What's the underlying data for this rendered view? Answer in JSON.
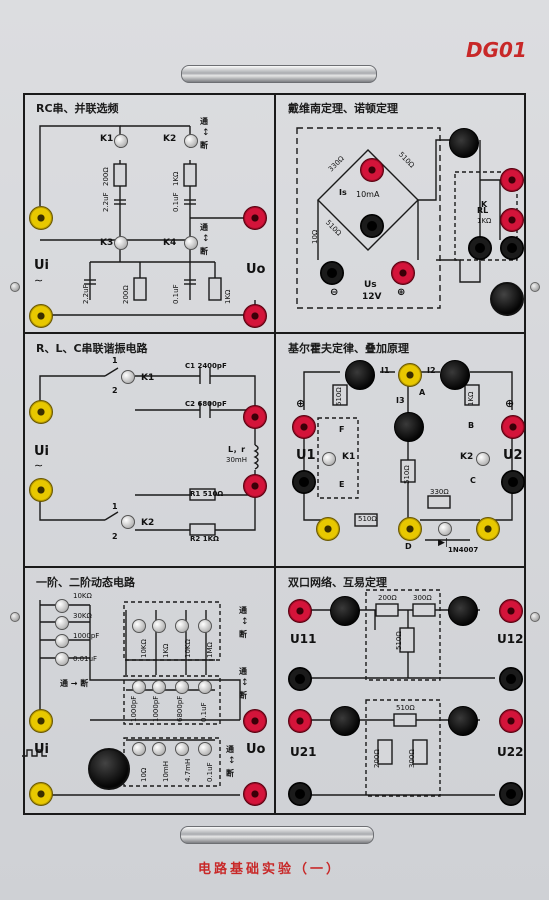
{
  "model": "DG01",
  "footer": "电路基础实验（一）",
  "sections": {
    "rc": {
      "title": "RC串、并联选频",
      "switches": [
        "K1",
        "K2",
        "K3",
        "K4"
      ],
      "components": [
        "200Ω",
        "2.2uF",
        "1KΩ",
        "0.1uF",
        "2.2uF",
        "200Ω",
        "0.1uF",
        "1KΩ"
      ],
      "arrow_labels": [
        "通",
        "断",
        "通",
        "断"
      ],
      "input": "Ui",
      "output": "Uo"
    },
    "thevenin": {
      "title": "戴维南定理、诺顿定理",
      "resistors": [
        "330Ω",
        "510Ω",
        "10Ω",
        "510Ω"
      ],
      "is_label": "Is",
      "current": "10mA",
      "source_label": "Us",
      "voltage": "12V",
      "switch": "K",
      "load": "RL",
      "load_value": "1KΩ",
      "minus": "⊖",
      "plus": "⊕"
    },
    "rlc": {
      "title": "R、L、C串联谐振电路",
      "switches": [
        "K1",
        "K2"
      ],
      "positions": [
        "1",
        "2",
        "1",
        "2"
      ],
      "c1": "C1 2400pF",
      "c2": "C2 6800pF",
      "l": "L，r",
      "l_value": "30mH",
      "r1": "R1 510Ω",
      "r2": "R2 1KΩ",
      "input": "Ui"
    },
    "kirchhoff": {
      "title": "基尔霍夫定律、叠加原理",
      "currents": [
        "I1",
        "I2",
        "I3"
      ],
      "nodes": [
        "A",
        "B",
        "C",
        "D",
        "E",
        "F"
      ],
      "resistors": [
        "510Ω",
        "1KΩ",
        "510Ω",
        "510Ω",
        "330Ω"
      ],
      "switches": [
        "K1",
        "K2"
      ],
      "sources": [
        "U1",
        "U2"
      ],
      "diode": "1N4007",
      "plus": "⊕"
    },
    "dynamic": {
      "title": "一阶、二阶动态电路",
      "left_parts": [
        "10KΩ",
        "30KΩ",
        "1000pF",
        "0.01uF"
      ],
      "left_arrow": "通 → 断",
      "row1": [
        "10KΩ",
        "1KΩ",
        "10KΩ",
        "1MΩ"
      ],
      "row2": [
        "1000pF",
        "1000pF",
        "6800pF",
        "0.1uF"
      ],
      "row3": [
        "10Ω",
        "10mH",
        "4.7mH",
        "0.1uF"
      ],
      "arrow_labels": [
        "通",
        "断",
        "通",
        "断",
        "通",
        "断"
      ],
      "input": "Ui",
      "output": "Uo"
    },
    "twoport": {
      "title": "双口网络、互易定理",
      "top": [
        "200Ω",
        "300Ω",
        "510Ω"
      ],
      "bottom": [
        "510Ω",
        "200Ω",
        "300Ω"
      ],
      "ports": [
        "U11",
        "U12",
        "U21",
        "U22"
      ]
    }
  },
  "colors": {
    "panel": "#d6d7da",
    "accent": "#c82828",
    "jack_yellow": "#e8c800",
    "jack_red": "#d4143a",
    "jack_black": "#111111"
  }
}
